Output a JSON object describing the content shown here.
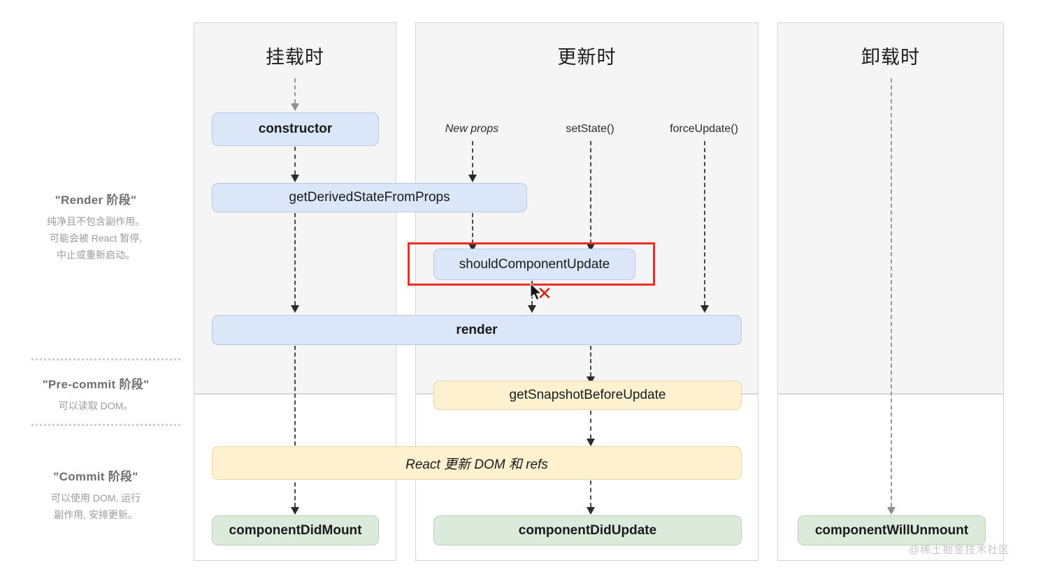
{
  "diagram": {
    "title_columns": [
      {
        "key": "mounting",
        "label": "挂载时"
      },
      {
        "key": "updating",
        "label": "更新时"
      },
      {
        "key": "unmounting",
        "label": "卸载时"
      }
    ],
    "phases": [
      {
        "key": "render",
        "title": "\"Render 阶段\"",
        "desc_lines": [
          "纯净且不包含副作用。",
          "可能会被 React 暂停,",
          "中止或重新启动。"
        ]
      },
      {
        "key": "pre-commit",
        "title": "\"Pre-commit 阶段\"",
        "desc_lines": [
          "可以读取 DOM。"
        ]
      },
      {
        "key": "commit",
        "title": "\"Commit 阶段\"",
        "desc_lines": [
          "可以使用 DOM, 运行",
          "副作用, 安排更新。"
        ]
      }
    ],
    "triggers": [
      {
        "key": "new-props",
        "label": "New props",
        "italic": true
      },
      {
        "key": "set-state",
        "label": "setState()",
        "italic": false
      },
      {
        "key": "force-update",
        "label": "forceUpdate()",
        "italic": false
      }
    ],
    "boxes": [
      {
        "key": "constructor",
        "label": "constructor",
        "color": "blue",
        "bold": true,
        "italic": false
      },
      {
        "key": "get-derived-state-from-props",
        "label": "getDerivedStateFromProps",
        "color": "blue",
        "bold": false,
        "italic": false
      },
      {
        "key": "should-component-update",
        "label": "shouldComponentUpdate",
        "color": "blue",
        "bold": false,
        "italic": false
      },
      {
        "key": "render",
        "label": "render",
        "color": "blue",
        "bold": true,
        "italic": false
      },
      {
        "key": "get-snapshot-before-update",
        "label": "getSnapshotBeforeUpdate",
        "color": "yellow",
        "bold": false,
        "italic": false
      },
      {
        "key": "react-updates-dom-and-refs",
        "label": "React 更新 DOM 和 refs",
        "color": "yellow",
        "bold": false,
        "italic": true
      },
      {
        "key": "component-did-mount",
        "label": "componentDidMount",
        "color": "green",
        "bold": true,
        "italic": false
      },
      {
        "key": "component-did-update",
        "label": "componentDidUpdate",
        "color": "green",
        "bold": true,
        "italic": false
      },
      {
        "key": "component-will-unmount",
        "label": "componentWillUnmount",
        "color": "green",
        "bold": true,
        "italic": false
      }
    ],
    "annotation": {
      "highlight_target": "shouldComponentUpdate",
      "x_mark": "✕"
    },
    "watermark": "@稀土掘金技术社区",
    "colors": {
      "blue_fill": "#dbe6f8",
      "blue_border": "#b7c9e2",
      "yellow_fill": "#fdf1cf",
      "yellow_border": "#e6d7a6",
      "green_fill": "#dbeadb",
      "green_border": "#b9d3b9",
      "panel_fill": "#f5f5f5",
      "panel_border": "#d4d4d4",
      "highlight_red": "#ef2b23",
      "phase_text": "#9b9b9b"
    }
  }
}
